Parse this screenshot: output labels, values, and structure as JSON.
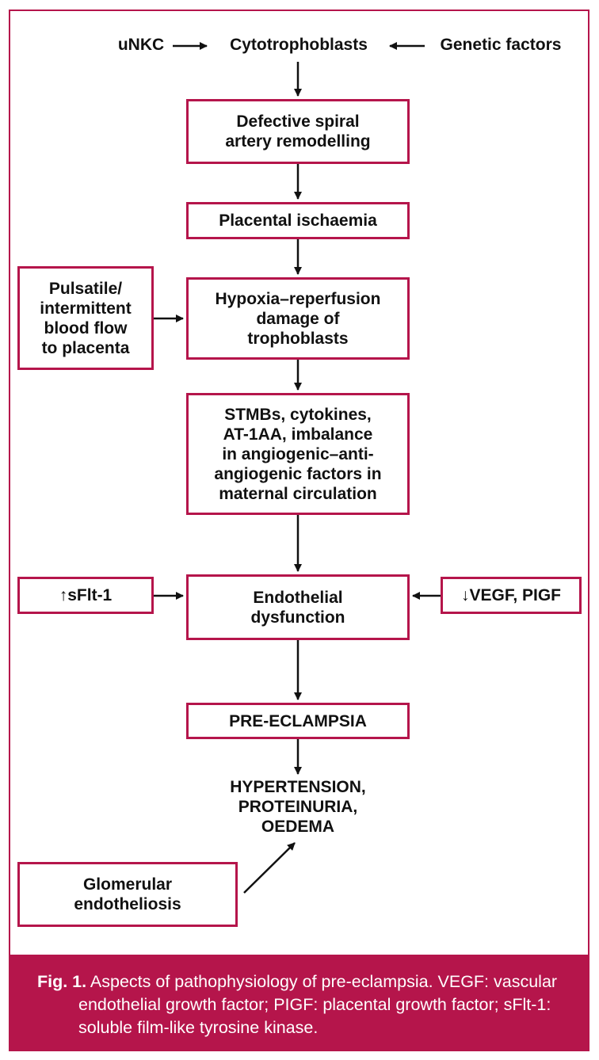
{
  "diagram": {
    "top_row": {
      "left": "uNKC",
      "center": "Cytotrophoblasts",
      "right": "Genetic factors"
    },
    "nodes": {
      "defective_remodelling": "Defective spiral\nartery remodelling",
      "placental_ischaemia": "Placental ischaemia",
      "pulsatile_flow": "Pulsatile/\nintermittent\nblood flow\nto placenta",
      "hypoxia_reperfusion": "Hypoxia–reperfusion\ndamage of\ntrophoblasts",
      "stmbs": "STMBs, cytokines,\nAT-1AA, imbalance\nin angiogenic–anti-\nangiogenic factors in\nmaternal circulation",
      "sflt1": "↑sFlt-1",
      "endothelial_dysfunction": "Endothelial\ndysfunction",
      "vegf_pigf": "↓VEGF, PIGF",
      "pre_eclampsia": "PRE-ECLAMPSIA",
      "outcomes": "HYPERTENSION,\nPROTEINURIA,\nOEDEMA",
      "glomerular": "Glomerular\nendotheliosis"
    }
  },
  "caption": {
    "label": "Fig. 1.",
    "text": "Aspects of pathophysiology of pre-eclampsia. VEGF: vascular endothelial growth factor; PIGF: placental growth factor; sFlt-1: soluble film-like tyrosine kinase."
  },
  "colors": {
    "accent": "#b5154b",
    "text": "#111111",
    "caption_text": "#ffffff"
  }
}
